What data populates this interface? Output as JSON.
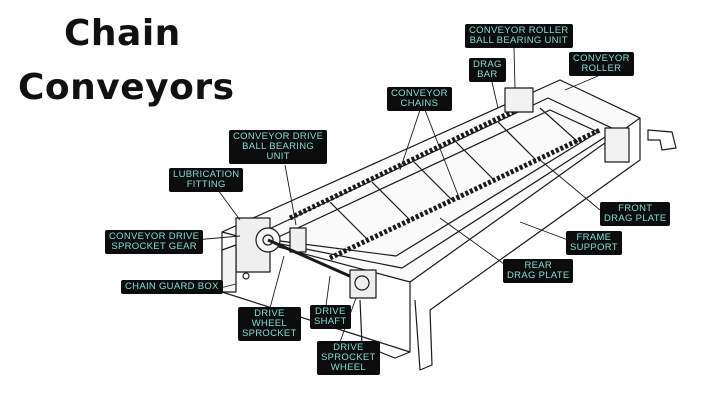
{
  "title": {
    "line1": "Chain",
    "line2": "Conveyors"
  },
  "colors": {
    "label_bg": "#0c0c0c",
    "label_text": "#7fe0d2",
    "line": "#1a1a1a"
  },
  "labels": {
    "roller_bearing": [
      "CONVEYOR ROLLER",
      "BALL BEARING UNIT"
    ],
    "drag_bar": [
      "DRAG",
      "BAR"
    ],
    "roller": [
      "CONVEYOR",
      "ROLLER"
    ],
    "chains": [
      "CONVEYOR",
      "CHAINS"
    ],
    "drive_bearing": [
      "CONVEYOR DRIVE",
      "BALL BEARING",
      "UNIT"
    ],
    "lubrication": [
      "LUBRICATION",
      "FITTING"
    ],
    "sprocket_gear": [
      "CONVEYOR DRIVE",
      "SPROCKET GEAR"
    ],
    "guard_box": [
      "CHAIN GUARD BOX"
    ],
    "front_plate": [
      "FRONT",
      "DRAG PLATE"
    ],
    "frame_support": [
      "FRAME",
      "SUPPORT"
    ],
    "rear_plate": [
      "REAR",
      "DRAG PLATE"
    ],
    "drive_wheel_sprocket": [
      "DRIVE",
      "WHEEL",
      "SPROCKET"
    ],
    "drive_shaft": [
      "DRIVE",
      "SHAFT"
    ],
    "drive_sprocket_wheel": [
      "DRIVE",
      "SPROCKET",
      "WHEEL"
    ]
  }
}
